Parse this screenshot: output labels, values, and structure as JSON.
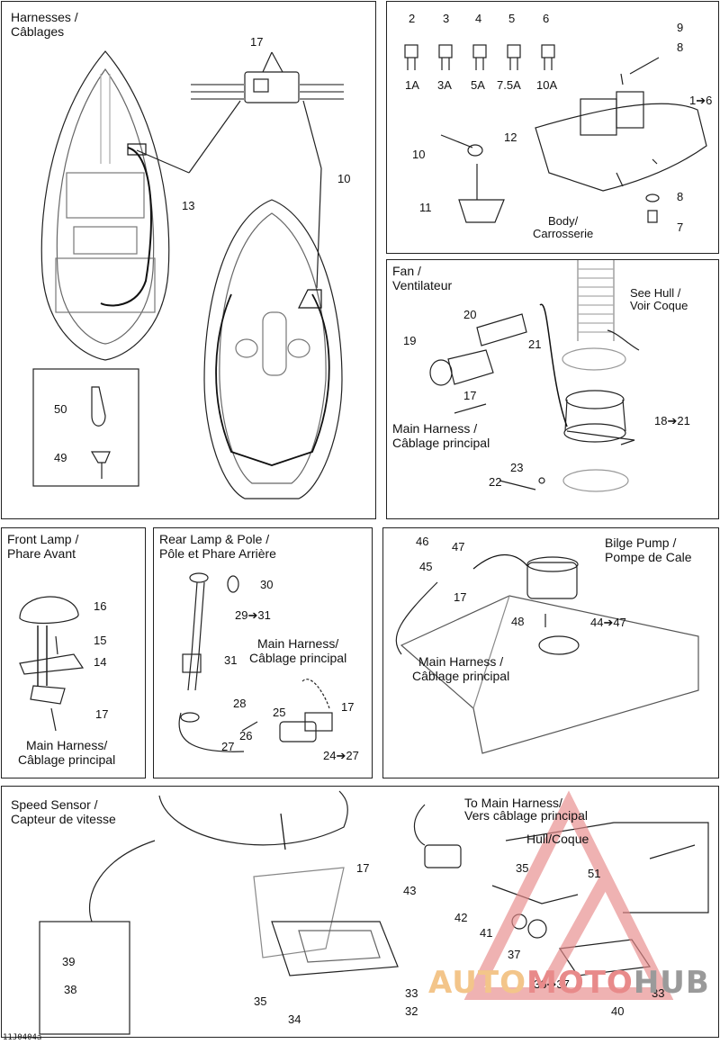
{
  "panels": {
    "harnesses": {
      "title": [
        "Harnesses /",
        "Câblages"
      ],
      "labels": [
        "17",
        "13",
        "10",
        "50",
        "49"
      ]
    },
    "fuses": {
      "fuse_numbers": [
        "2",
        "3",
        "4",
        "5",
        "6"
      ],
      "fuse_ratings": [
        "1A",
        "3A",
        "5A",
        "7.5A",
        "10A"
      ],
      "labels": [
        "9",
        "8",
        "1➔6",
        "12",
        "10",
        "11",
        "8",
        "7"
      ],
      "body": [
        "Body/",
        "Carrosserie"
      ]
    },
    "fan": {
      "title": [
        "Fan /",
        "Ventilateur"
      ],
      "see_hull": [
        "See Hull /",
        "Voir Coque"
      ],
      "labels": [
        "20",
        "19",
        "21",
        "17",
        "18➔21",
        "23",
        "22"
      ],
      "main_harness": [
        "Main Harness /",
        "Câblage principal"
      ]
    },
    "front_lamp": {
      "title": [
        "Front Lamp /",
        "Phare Avant"
      ],
      "labels": [
        "16",
        "15",
        "14",
        "17"
      ],
      "main_harness": [
        "Main Harness/",
        "Câblage principal"
      ]
    },
    "rear_lamp": {
      "title": [
        "Rear Lamp & Pole /",
        "Pôle et Phare Arrière"
      ],
      "labels": [
        "30",
        "29➔31",
        "31",
        "28",
        "26",
        "27",
        "25",
        "17",
        "24➔27"
      ],
      "main_harness": [
        "Main Harness/",
        "Câblage principal"
      ]
    },
    "bilge": {
      "title": [
        "Bilge Pump /",
        "Pompe de Cale"
      ],
      "labels": [
        "46",
        "47",
        "45",
        "17",
        "48",
        "44➔47"
      ],
      "main_harness": [
        "Main Harness /",
        "Câblage principal"
      ]
    },
    "speed": {
      "title": [
        "Speed Sensor /",
        "Capteur de vitesse"
      ],
      "to_main": [
        "To Main Harness/",
        "Vers câblage principal"
      ],
      "hull": "Hull/Coque",
      "labels": [
        "17",
        "43",
        "35",
        "51",
        "42",
        "41",
        "37",
        "36➔37",
        "33",
        "40",
        "39",
        "38",
        "35",
        "34",
        "33",
        "32"
      ]
    }
  },
  "footer_code": "11J0404a",
  "watermark": {
    "part1": "AUTO",
    "part2": "MOTO",
    "part3": "HUB",
    "color1": "#f3c58a",
    "color2": "#e88a8a",
    "color3": "#9a9a9a"
  }
}
